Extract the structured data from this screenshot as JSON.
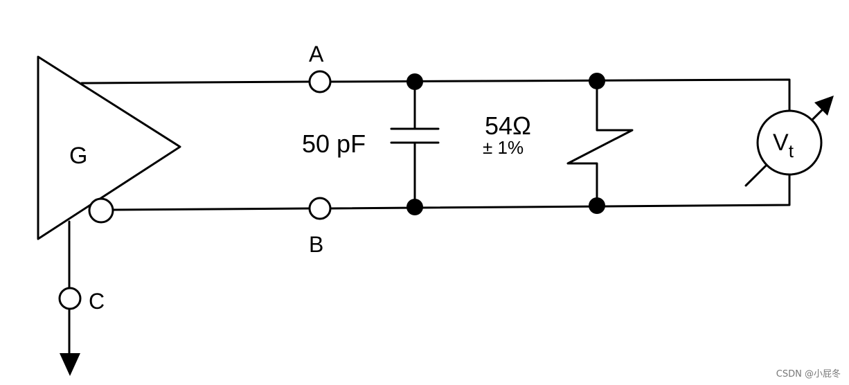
{
  "labels": {
    "generator": "G",
    "terminal_a": "A",
    "terminal_b": "B",
    "terminal_c": "C",
    "capacitor": "50 pF",
    "resistor_value": "54Ω",
    "resistor_tolerance": "± 1%",
    "meter_main": "V",
    "meter_sub": "t"
  },
  "watermark": "CSDN @小屁冬",
  "colors": {
    "line": "#000000",
    "background": "#ffffff",
    "watermark": "#777777"
  }
}
